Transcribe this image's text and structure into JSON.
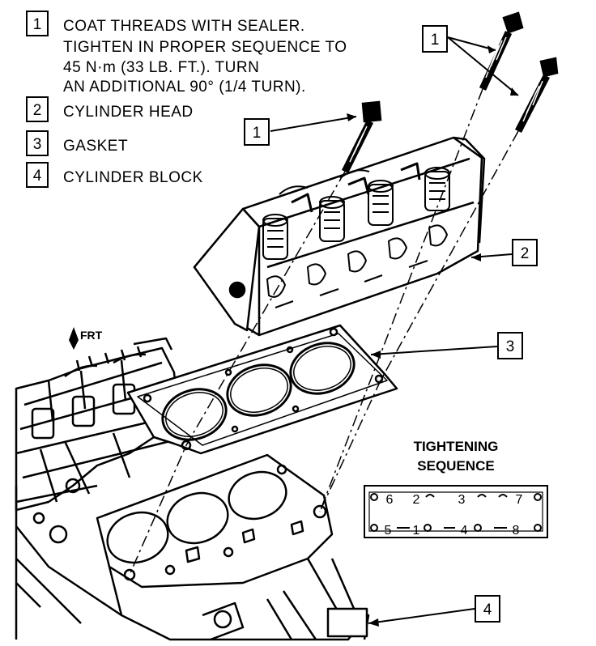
{
  "legend": [
    {
      "num": "1",
      "lines": [
        "COAT THREADS WITH SEALER.",
        "TIGHTEN IN PROPER SEQUENCE TO",
        "45 N·m (33 LB. FT.). TURN",
        "AN ADDITIONAL 90° (1/4 TURN)."
      ]
    },
    {
      "num": "2",
      "lines": [
        "CYLINDER HEAD"
      ]
    },
    {
      "num": "3",
      "lines": [
        "GASKET"
      ]
    },
    {
      "num": "4",
      "lines": [
        "CYLINDER BLOCK"
      ]
    }
  ],
  "callouts": {
    "bolt_top": "1",
    "bolt_left": "1",
    "head": "2",
    "gasket": "3",
    "block": "4"
  },
  "frt_label": "FRT",
  "sequence": {
    "title_line1": "TIGHTENING",
    "title_line2": "SEQUENCE",
    "top_row": [
      "6",
      "2",
      "3",
      "7"
    ],
    "bottom_row": [
      "5",
      "1",
      "4",
      "8"
    ]
  }
}
